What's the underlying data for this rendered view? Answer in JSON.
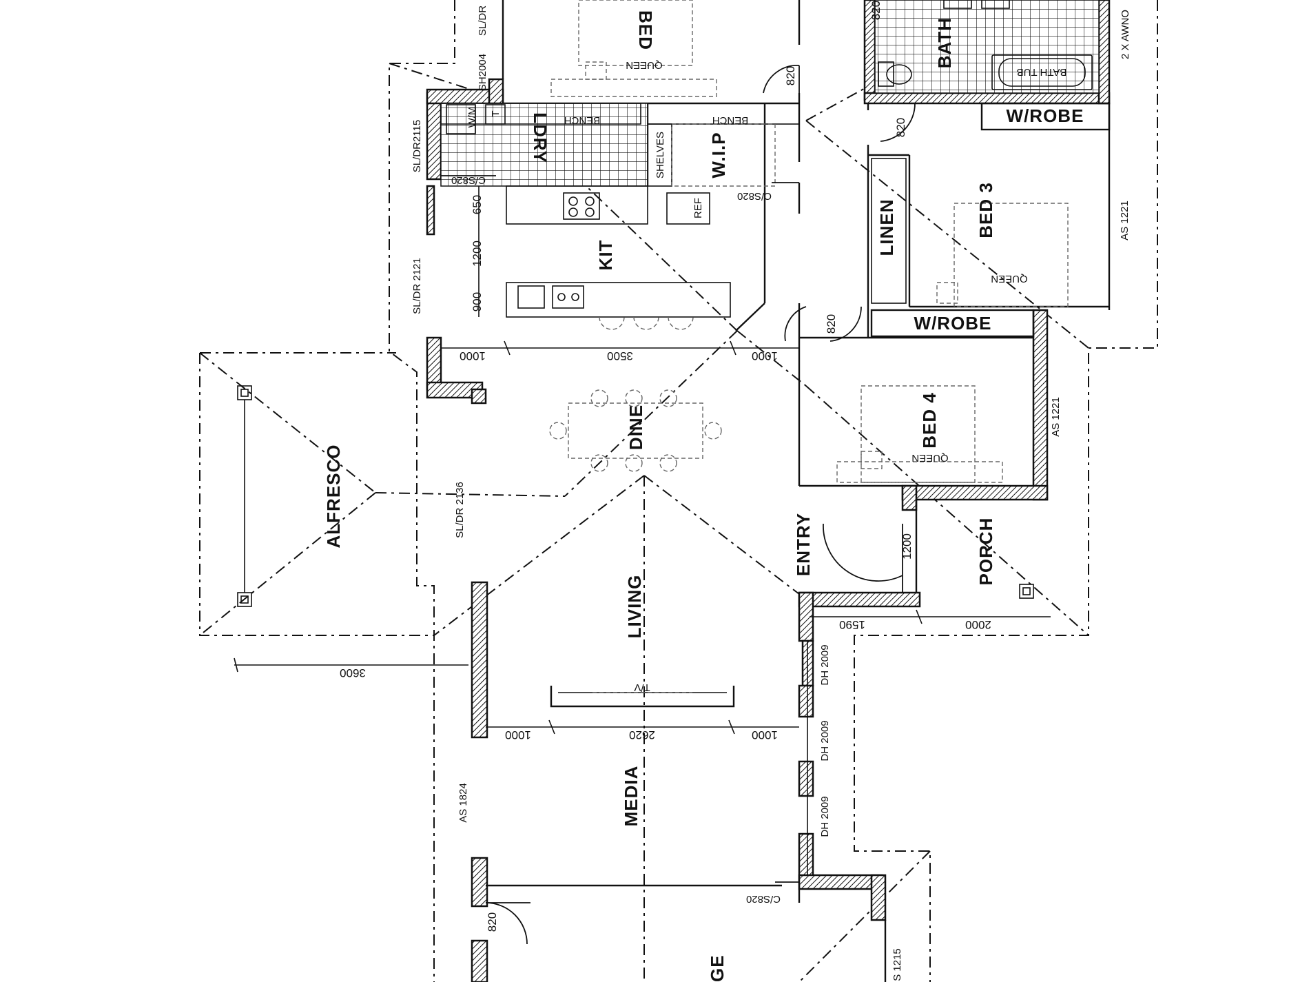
{
  "rooms": {
    "bed1": "BED",
    "bath": "BATH",
    "ldry": "LDRY",
    "wip": "W.I.P",
    "kit": "KIT",
    "linen": "LINEN",
    "bed3": "BED 3",
    "wrobe_top": "W/ROBE",
    "wrobe_mid": "W/ROBE",
    "bed4": "BED 4",
    "dine": "DINE",
    "alfresco": "ALFRESCO",
    "entry": "ENTRY",
    "porch": "PORCH",
    "living": "LIVING",
    "media": "MEDIA",
    "garage": "GE"
  },
  "labels": {
    "queen_bed1": "QUEEN",
    "queen_bed3": "QUEEN",
    "queen_bed4": "QUEEN",
    "bath_tub": "BATH TUB",
    "bench_ldry": "BENCH",
    "bench_wip": "BENCH",
    "shelves": "SHELVES",
    "ref": "REF",
    "wm": "W/M",
    "t": "T",
    "tv": "T/V",
    "awning": "2 X AWNO",
    "as_1221_bed3": "AS 1221",
    "as_1221_bed4": "AS 1221",
    "as_1824": "AS 1824",
    "sl_dr_top": "SL/DR",
    "sh2004": "SH2004",
    "sl_dr_2115": "SL/DR2115",
    "sl_dr_2121": "SL/DR 2121",
    "sl_dr_2136": "SL/DR 2136",
    "cs820_ldry": "C/S820",
    "cs820_wip": "C/S820",
    "cs820_garage": "C/S820",
    "dh2009_a": "DH 2009",
    "dh2009_b": "DH 2009",
    "dh2009_c": "DH 2009",
    "s1215": "S 1215"
  },
  "dimensions": {
    "d820_bed1": "820",
    "d820_bath": "820",
    "d820_top": "820",
    "d820_bed4": "820",
    "d820_garage": "820",
    "d650": "650",
    "d1200_kit": "1200",
    "d900": "900",
    "d1000_a": "1000",
    "d3500": "3500",
    "d1000_b": "1000",
    "d1200_entry": "1200",
    "d1590": "1590",
    "d2000": "2000",
    "d3600": "3600",
    "d1000_c": "1000",
    "d2620": "2620",
    "d1000_d": "1000"
  }
}
